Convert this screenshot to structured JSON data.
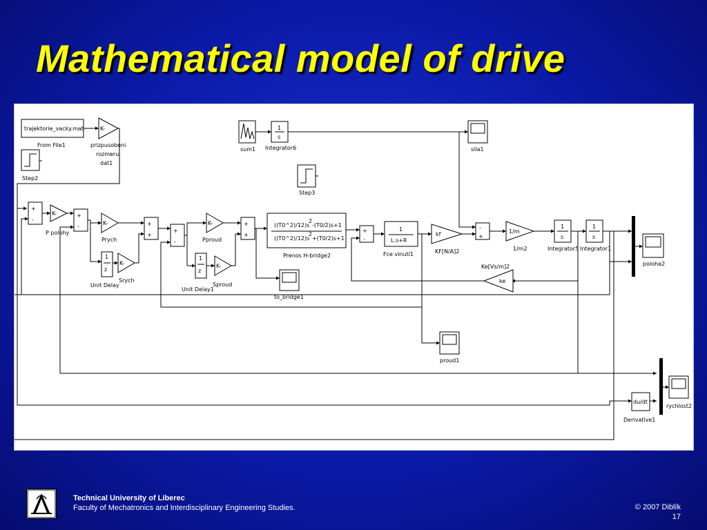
{
  "slide": {
    "title": "Mathematical model of drive"
  },
  "footer": {
    "university": "Technical University of Liberec",
    "faculty": "Faculty of Mechatronics and Interdisciplinary Engineering Studies.",
    "copyright": "© 2007 Diblík",
    "page_number": "17"
  },
  "diagram": {
    "labels": {
      "from_file_block": "trajektorie_vacky.mat",
      "from_file": "From File1",
      "gain_k": "K-",
      "gain_prizpusobeni_1": "prizpusobeni",
      "gain_prizpusobeni_2": "rozmeru",
      "gain_prizpusobeni_3": "dat1",
      "step2": "Step2",
      "step3": "Step3",
      "sum1": "sum1",
      "integrator_1": "1",
      "integrator_s": "s",
      "integrator6": "Integrator6",
      "sila1": "sila1",
      "p_polohy": "P polohy",
      "prych": "Prych",
      "unit_delay": "Unit Delay",
      "unit_delay1": "Unit Delay1",
      "z": "z",
      "srych": "Srych",
      "pproud": "Pproud",
      "sproud": "Sproud",
      "tf_num_a": "((T0^2)/12)s",
      "tf_num_b": "-(T0/2)s+1",
      "tf_den_a": "((T0^2)/12)s",
      "tf_den_b": "+(T0/2)s+1",
      "tf_exp": "2",
      "prenos": "Prenos H-bridge2",
      "to_bridge1": "to_bridge1",
      "fce_den": "L.s+R",
      "fce_vinuti1": "Fce vinutí1",
      "kf_gain": "kf",
      "kf_label": "KF[N/A]2",
      "m_gain": "1/m",
      "m_label": "1/m2",
      "integrator5": "Integrator5",
      "integrator1": "Integrator1",
      "poloha2": "poloha2",
      "ke_label": "Ke[Vs/m]2",
      "ke_gain": "ke",
      "proud1": "proud1",
      "dudt": "du/dt",
      "derivative1": "Derivative1",
      "rychlost2": "rychlost2",
      "plus": "+",
      "minus": "-"
    }
  }
}
